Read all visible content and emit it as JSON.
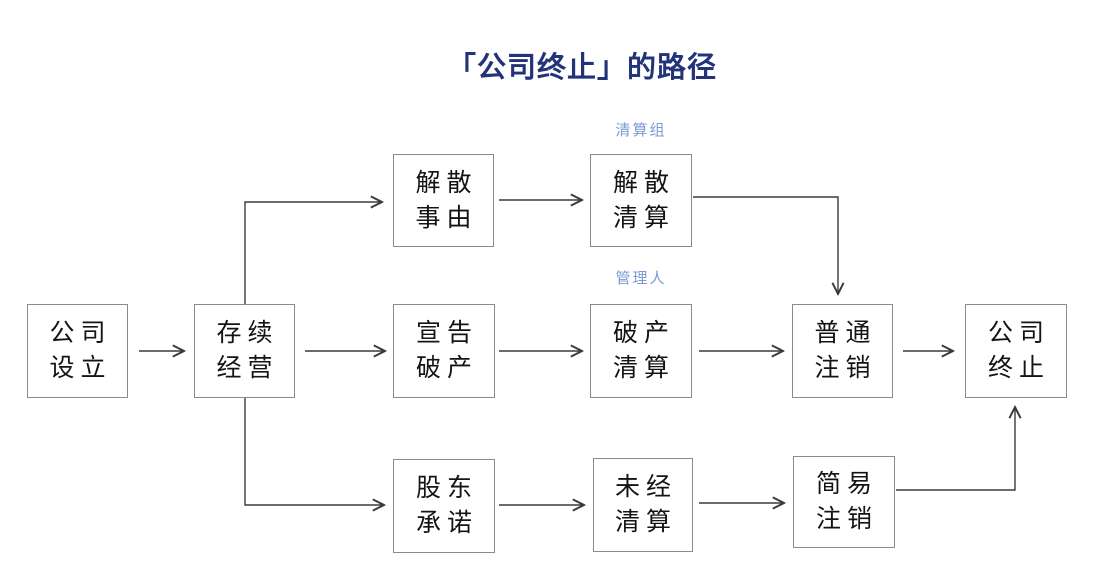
{
  "title": "「公司终止」的路径",
  "colors": {
    "title": "#23337a",
    "annotation": "#7d9ad5",
    "box_border": "#8a8a8a",
    "box_text": "#141414",
    "arrow": "#3b3b3b",
    "background": "#ffffff"
  },
  "annotations": {
    "liquidation_group": "清算组",
    "administrator": "管理人"
  },
  "nodes": {
    "company_setup": {
      "line1": "公司",
      "line2": "设立"
    },
    "going_concern": {
      "line1": "存续",
      "line2": "经营"
    },
    "dissolution_cause": {
      "line1": "解散",
      "line2": "事由"
    },
    "dissolution_liquidation": {
      "line1": "解散",
      "line2": "清算"
    },
    "declare_bankruptcy": {
      "line1": "宣告",
      "line2": "破产"
    },
    "bankruptcy_liquidation": {
      "line1": "破产",
      "line2": "清算"
    },
    "shareholder_commitment": {
      "line1": "股东",
      "line2": "承诺"
    },
    "no_liquidation": {
      "line1": "未经",
      "line2": "清算"
    },
    "ordinary_deregistration": {
      "line1": "普通",
      "line2": "注销"
    },
    "simple_deregistration": {
      "line1": "简易",
      "line2": "注销"
    },
    "company_termination": {
      "line1": "公司",
      "line2": "终止"
    }
  },
  "edges": [
    {
      "from": "company_setup",
      "to": "going_concern"
    },
    {
      "from": "going_concern",
      "to": "dissolution_cause"
    },
    {
      "from": "going_concern",
      "to": "declare_bankruptcy"
    },
    {
      "from": "going_concern",
      "to": "shareholder_commitment"
    },
    {
      "from": "dissolution_cause",
      "to": "dissolution_liquidation"
    },
    {
      "from": "dissolution_liquidation",
      "to": "ordinary_deregistration"
    },
    {
      "from": "declare_bankruptcy",
      "to": "bankruptcy_liquidation"
    },
    {
      "from": "bankruptcy_liquidation",
      "to": "ordinary_deregistration"
    },
    {
      "from": "shareholder_commitment",
      "to": "no_liquidation"
    },
    {
      "from": "no_liquidation",
      "to": "simple_deregistration"
    },
    {
      "from": "ordinary_deregistration",
      "to": "company_termination"
    },
    {
      "from": "simple_deregistration",
      "to": "company_termination"
    }
  ]
}
